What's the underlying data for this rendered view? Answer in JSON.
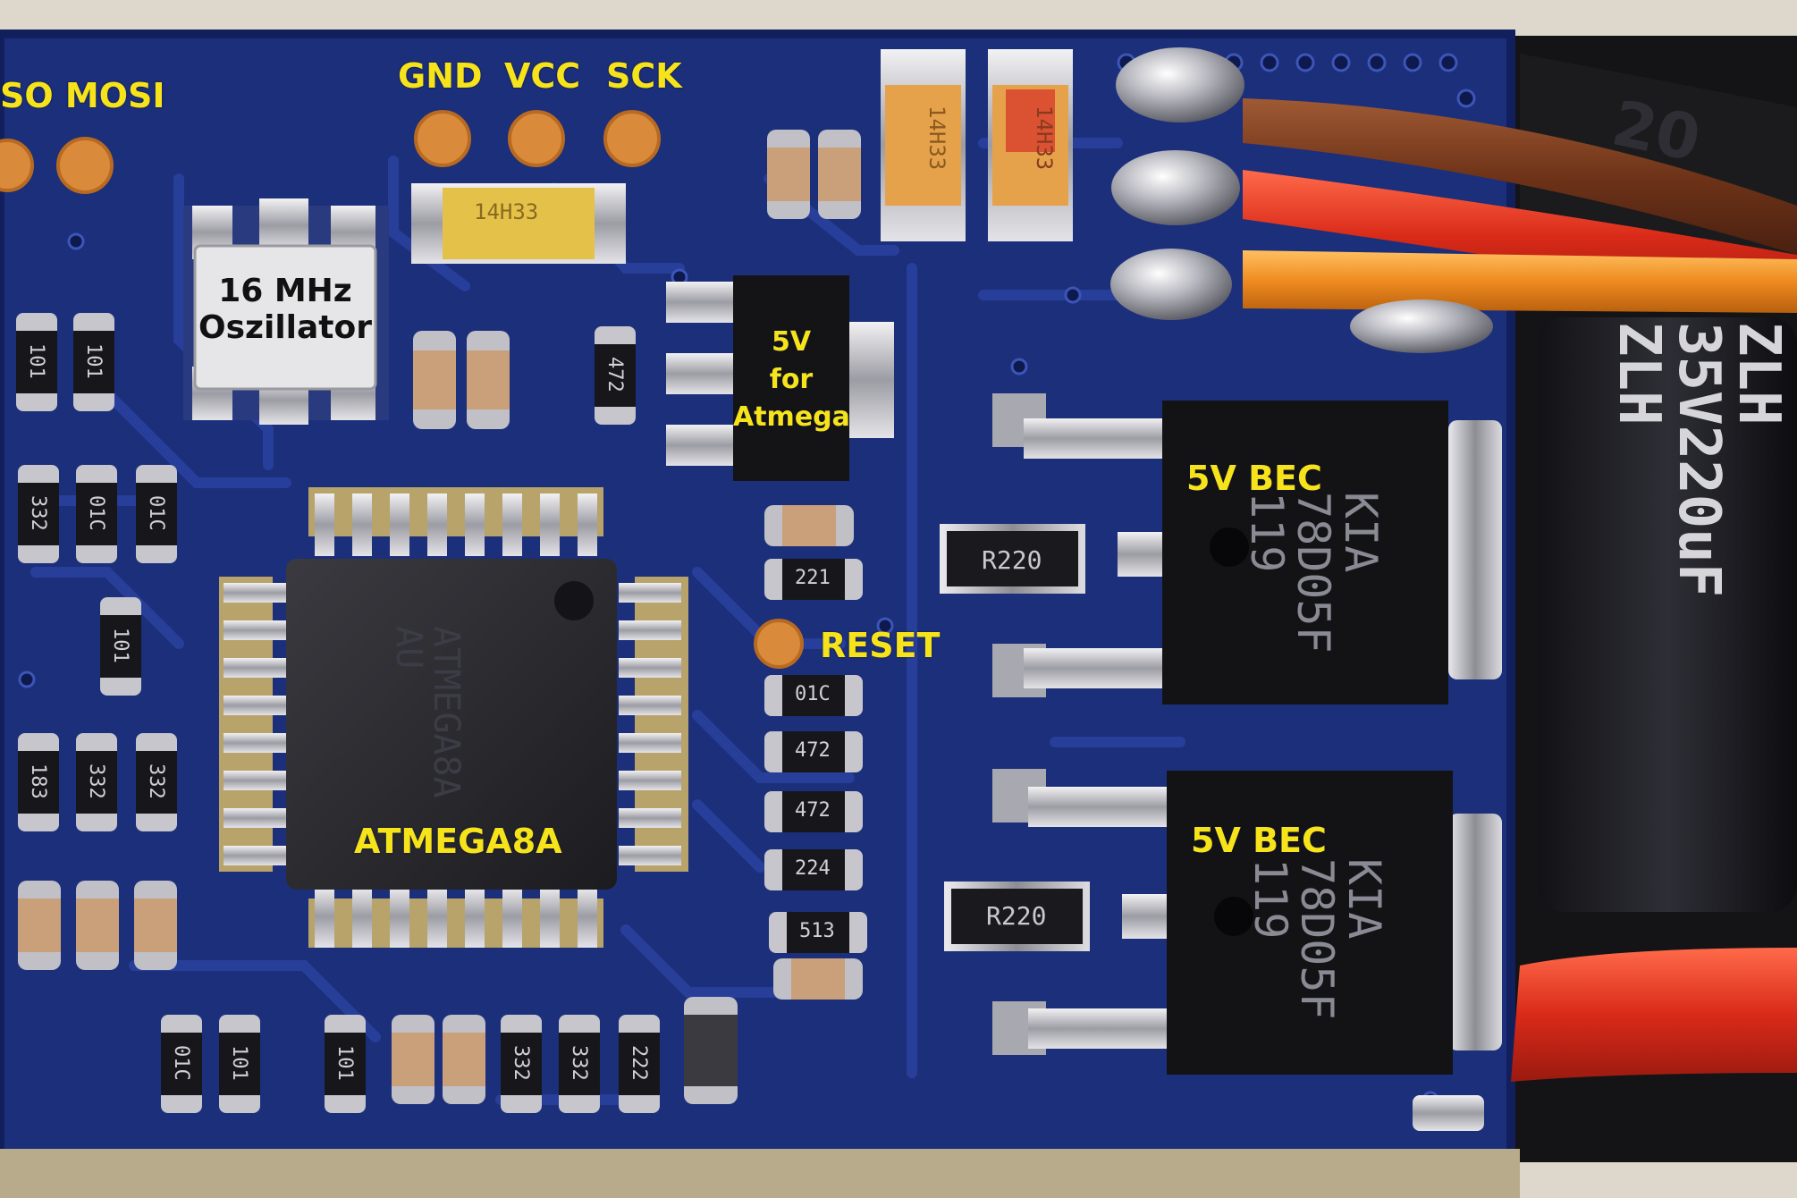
{
  "labels": {
    "miso_mosi": "SO MOSI",
    "gnd": "GND",
    "vcc": "VCC",
    "sck": "SCK",
    "oscillator_line1": "16 MHz",
    "oscillator_line2": "Oszillator",
    "regulator_line1": "5V",
    "regulator_line2": "for",
    "regulator_line3": "Atmega",
    "bec_top": "5V BEC",
    "bec_bottom": "5V BEC",
    "reset": "RESET",
    "mcu": "ATMEGA8A"
  },
  "chip_markings": {
    "regulator_1": [
      "KIA",
      "78D05F",
      "119"
    ],
    "regulator_2": [
      "KIA",
      "78D05F",
      "119"
    ],
    "resistor_r220_top": "R220",
    "resistor_r220_bottom": "R220",
    "capacitor_cap_left": "14H33",
    "cap_right_text": "14H33",
    "cap_under_pads": "14H33",
    "resistors": [
      "101",
      "101",
      "332",
      "01C",
      "01C",
      "101",
      "183",
      "332",
      "332",
      "472",
      "221",
      "01C",
      "472",
      "472",
      "224",
      "513",
      "01C",
      "101",
      "101",
      "332",
      "332",
      "222"
    ],
    "mcu_faint": [
      "ATMEGA8A",
      "AU"
    ],
    "capacitor_big": [
      "ZLH",
      "35V220uF",
      "ZLH"
    ]
  },
  "colors": {
    "pcb_blue": "#1c2f7a",
    "label_yellow": "#f7e31a",
    "wire_brown": "#7a3a1e",
    "wire_red": "#e0311e",
    "wire_orange": "#ee8a1e",
    "pad_copper": "#d98a3a",
    "solder_silver": "#c9c9cf"
  }
}
